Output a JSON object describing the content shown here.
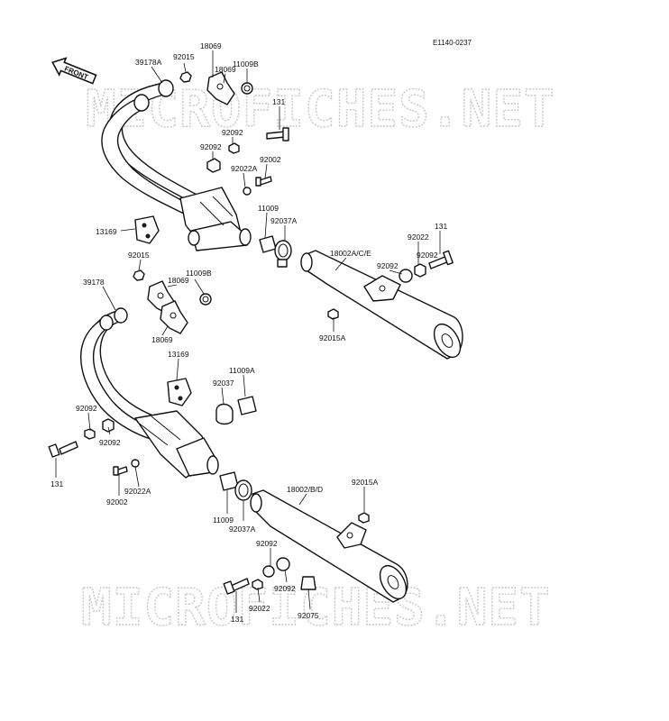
{
  "figure_code": "E1140-0237",
  "front_marker": "FRONT",
  "watermark": "MICROFICHES.NET",
  "labels": {
    "l39178A": "39178A",
    "l92015_top": "92015",
    "l18069_a": "18069",
    "l18069_b": "18069",
    "l11009B_top": "11009B",
    "l131_top": "131",
    "l92092_a": "92092",
    "l92092_b": "92092",
    "l92022A_top": "92022A",
    "l92002_top": "92002",
    "l13169_top": "13169",
    "l11009_top": "11009",
    "l92037A_top": "92037A",
    "l18002ACE": "18002A/C/E",
    "l131_right": "131",
    "l92022_right": "92022",
    "l92092_right": "92092",
    "l92092_right2": "92092",
    "l92015A_upper": "92015A",
    "l92015_mid": "92015",
    "l11009B_mid": "11009B",
    "l39178": "39178",
    "l18069_c": "18069",
    "l18069_d": "18069",
    "l13169_mid": "13169",
    "l11009A": "11009A",
    "l92037": "92037",
    "l92092_left": "92092",
    "l92092_left2": "92092",
    "l131_left": "131",
    "l92022A_bot": "92022A",
    "l92002_bot": "92002",
    "l18002BD": "18002/B/D",
    "l92015A_lower": "92015A",
    "l11009_bot": "11009",
    "l92037A_bot": "92037A",
    "l92092_bot": "92092",
    "l92092_bot2": "92092",
    "l131_bot": "131",
    "l92022_bot": "92022",
    "l92075": "92075"
  }
}
